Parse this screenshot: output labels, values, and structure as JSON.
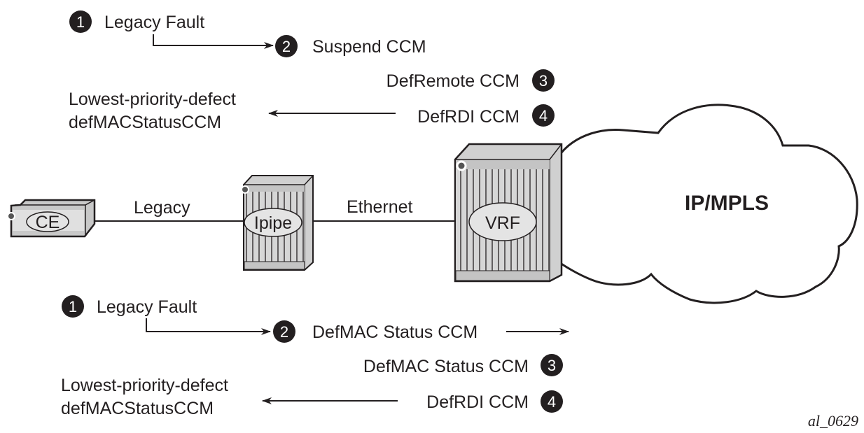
{
  "figure_id": "al_0629",
  "top_sequence": {
    "steps": [
      {
        "num": "1",
        "label": "Legacy Fault"
      },
      {
        "num": "2",
        "label": "Suspend CCM"
      },
      {
        "num": "3",
        "label": "DefRemote CCM"
      },
      {
        "num": "4",
        "label": "DefRDI CCM"
      }
    ],
    "result_line1": "Lowest-priority-defect",
    "result_line2": "defMACStatusCCM"
  },
  "network": {
    "ce_label": "CE",
    "link1_label": "Legacy",
    "ipipe_label": "Ipipe",
    "link2_label": "Ethernet",
    "vrf_label": "VRF",
    "cloud_label": "IP/MPLS"
  },
  "bottom_sequence": {
    "steps": [
      {
        "num": "1",
        "label": "Legacy Fault"
      },
      {
        "num": "2",
        "label": "DefMAC Status CCM"
      },
      {
        "num": "3",
        "label": "DefMAC Status CCM"
      },
      {
        "num": "4",
        "label": "DefRDI CCM"
      }
    ],
    "result_line1": "Lowest-priority-defect",
    "result_line2": "defMACStatusCCM"
  }
}
